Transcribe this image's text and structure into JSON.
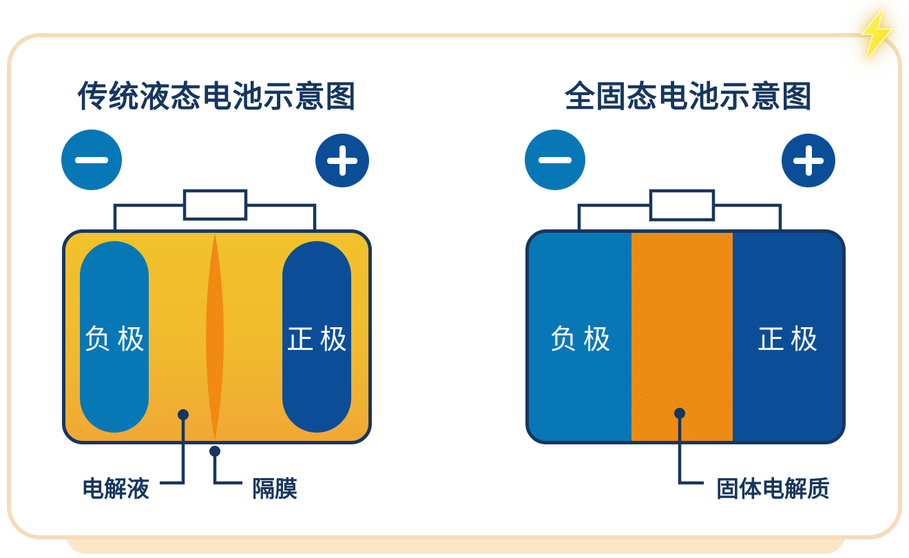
{
  "left_panel": {
    "title": "传统液态电池示意图",
    "terminals": {
      "negative": "−",
      "positive": "+"
    },
    "electrodes": {
      "negative": "负极",
      "positive": "正极"
    },
    "labels": {
      "electrolyte": "电解液",
      "separator": "隔膜"
    }
  },
  "right_panel": {
    "title": "全固态电池示意图",
    "terminals": {
      "negative": "−",
      "positive": "+"
    },
    "electrodes": {
      "negative": "负极",
      "positive": "正极"
    },
    "labels": {
      "solid_electrolyte": "固体电解质"
    }
  },
  "icons": {
    "lightning": "lightning-bolt-icon",
    "negative_terminal": "minus-icon",
    "positive_terminal": "plus-icon"
  },
  "colors": {
    "navy_text": "#15365E",
    "outline_navy": "#17365F",
    "negative_blue": "#0877B6",
    "positive_navy": "#0B4E97",
    "electrolyte_yellow_top": "#F1C22B",
    "electrolyte_yellow_bottom": "#F0A835",
    "separator_orange": "#F08A12",
    "solid_electrolyte_orange": "#F08A0E",
    "card_border_peach": "#F6DCB9",
    "under_card_cream": "#FBE7C8",
    "lightning_yellow": "#F9EC3F"
  }
}
